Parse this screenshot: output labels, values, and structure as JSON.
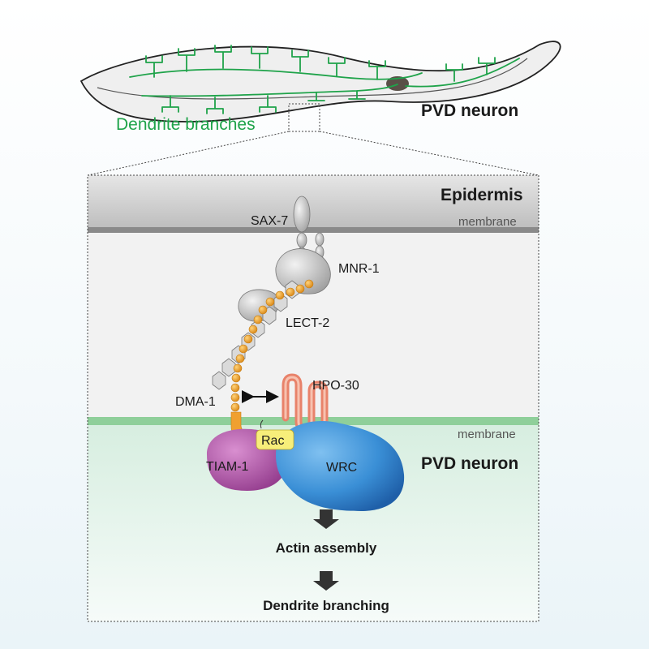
{
  "top": {
    "dendrite_label": "Dendrite branches",
    "neuron_label": "PVD neuron"
  },
  "layers": {
    "epidermis": "Epidermis",
    "membrane_top": "membrane",
    "membrane_bottom": "membrane",
    "neuron": "PVD neuron"
  },
  "proteins": {
    "sax7": "SAX-7",
    "mnr1": "MNR-1",
    "lect2": "LECT-2",
    "hpo30": "HPO-30",
    "dma1": "DMA-1",
    "rac": "Rac",
    "tiam1": "TIAM-1",
    "wrc": "WRC"
  },
  "outcomes": {
    "step1": "Actin assembly",
    "step2": "Dendrite branching"
  },
  "colors": {
    "dendrite_green": "#1fa34a",
    "epidermis_gray": "#c8c8c8",
    "membrane_green": "#8fcf9a",
    "dma1_orange": "#f0a030",
    "tiam1_purple": "#b04fa8",
    "wrc_blue": "#2f88d0",
    "rac_yellow": "#f7ee7a",
    "hpo30_salmon": "#f29a80"
  }
}
